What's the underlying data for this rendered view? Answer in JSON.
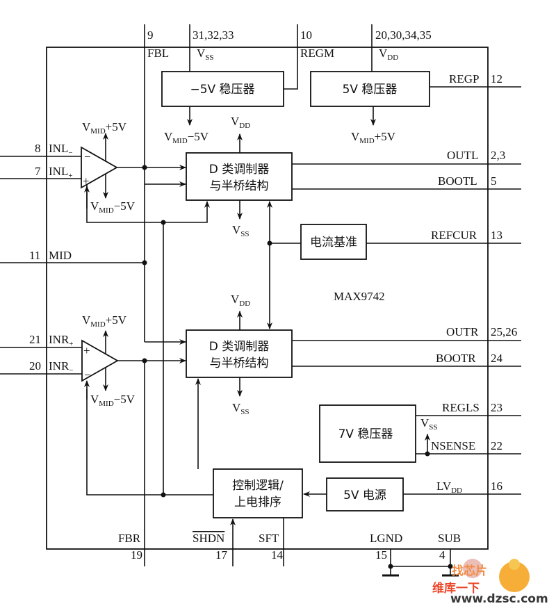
{
  "chip": "MAX9742",
  "blocks": {
    "neg_regulator": "−5V 稳压器",
    "pos_regulator": "5V 稳压器",
    "modulator_l_1": "D 类调制器",
    "modulator_l_2": "与半桥结构",
    "modulator_r_1": "D 类调制器",
    "modulator_r_2": "与半桥结构",
    "current_ref": "电流基准",
    "reg7v": "7V 稳压器",
    "supply5v": "5V 电源",
    "control_1": "控制逻辑/",
    "control_2": "上电排序"
  },
  "pins": {
    "fbl": {
      "num": "9",
      "name": "FBL"
    },
    "vss": {
      "num": "31,32,33",
      "name": "V",
      "sub": "SS"
    },
    "regm": {
      "num": "10",
      "name": "REGM"
    },
    "vdd": {
      "num": "20,30,34,35",
      "name": "V",
      "sub": "DD"
    },
    "regp": {
      "num": "12",
      "name": "REGP"
    },
    "inl_minus": {
      "num": "8",
      "name": "INL",
      "sub": "−"
    },
    "inl_plus": {
      "num": "7",
      "name": "INL",
      "sub": "+"
    },
    "outl": {
      "num": "2,3",
      "name": "OUTL"
    },
    "bootl": {
      "num": "5",
      "name": "BOOTL"
    },
    "refcur": {
      "num": "13",
      "name": "REFCUR"
    },
    "mid": {
      "num": "11",
      "name": "MID"
    },
    "inr_plus": {
      "num": "21",
      "name": "INR",
      "sub": "+"
    },
    "inr_minus": {
      "num": "20",
      "name": "INR",
      "sub": "−"
    },
    "outr": {
      "num": "25,26",
      "name": "OUTR"
    },
    "bootr": {
      "num": "24",
      "name": "BOOTR"
    },
    "regls": {
      "num": "23",
      "name": "REGLS"
    },
    "nsense": {
      "num": "22",
      "name": "NSENSE"
    },
    "lvdd": {
      "num": "16",
      "name": "LV",
      "sub": "DD"
    },
    "fbr": {
      "num": "19",
      "name": "FBR"
    },
    "shdn": {
      "num": "17",
      "name": "SHDN"
    },
    "sft": {
      "num": "14",
      "name": "SFT"
    },
    "lgnd": {
      "num": "15",
      "name": "LGND"
    },
    "sub": {
      "num": "4",
      "name": "SUB"
    }
  },
  "rails": {
    "v": "V",
    "mid_sub": "MID",
    "plus5": "+5V",
    "minus5": "−5V",
    "dd": "DD",
    "ss": "SS"
  },
  "amp_signs": {
    "minus": "−",
    "plus": "+"
  },
  "watermark": {
    "line1": "找芯片",
    "line2": "维库一下",
    "url": "www.dzsc.com"
  }
}
